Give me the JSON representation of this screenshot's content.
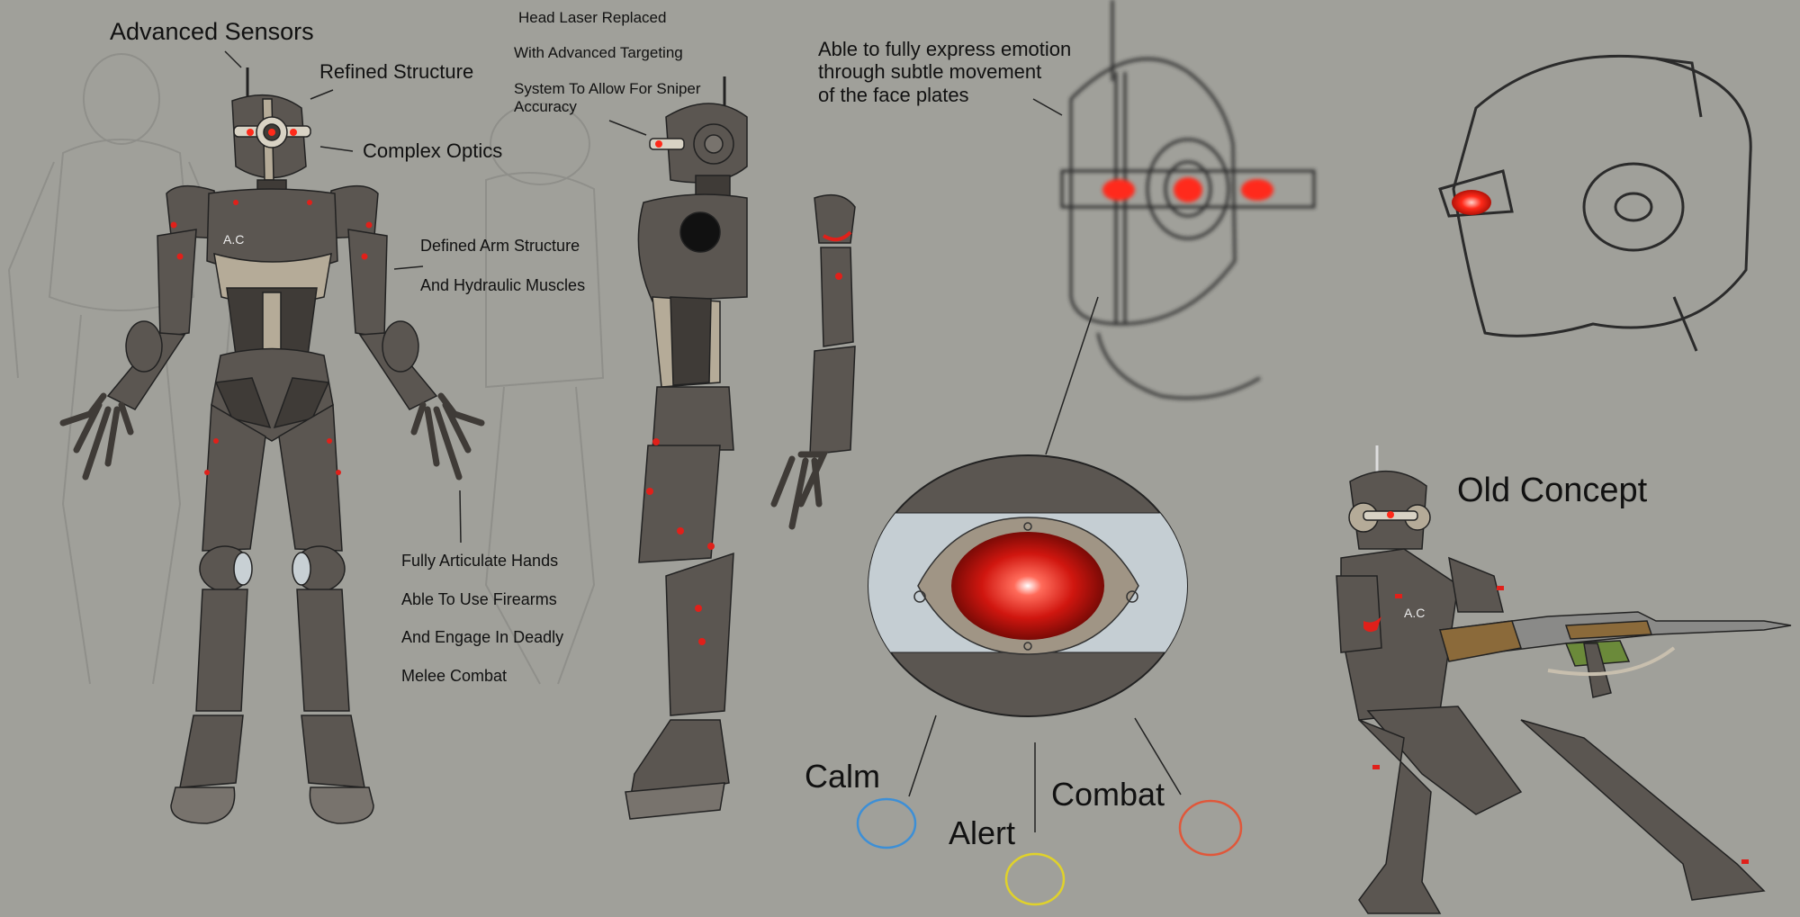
{
  "labels": {
    "advanced_sensors": "Advanced Sensors",
    "refined_structure": "Refined Structure",
    "complex_optics": "Complex Optics",
    "chest_marking": "A.C",
    "defined_arm_1": "Defined Arm Structure",
    "defined_arm_2": "And Hydraulic Muscles",
    "hands_1": "Fully Articulate Hands",
    "hands_2": "Able To Use Firearms",
    "hands_3": "And Engage In Deadly",
    "hands_4": "Melee Combat",
    "laser_1": "Head Laser Replaced",
    "laser_2": "With Advanced Targeting",
    "laser_3": "System To Allow For Sniper\nAccuracy",
    "emotion": "Able to fully express emotion\nthrough subtle movement\nof the face plates",
    "old_concept": "Old Concept",
    "old_chest_marking": "A.C",
    "calm": "Calm",
    "alert": "Alert",
    "combat": "Combat"
  },
  "colors": {
    "background": "#a0a09a",
    "armor": "#5b5651",
    "armor_dark": "#3f3b37",
    "armor_light": "#b5ab98",
    "eye_red": "#e0201a",
    "calm": "#3d8fd6",
    "alert": "#e0d22a",
    "combat": "#e0573a"
  }
}
